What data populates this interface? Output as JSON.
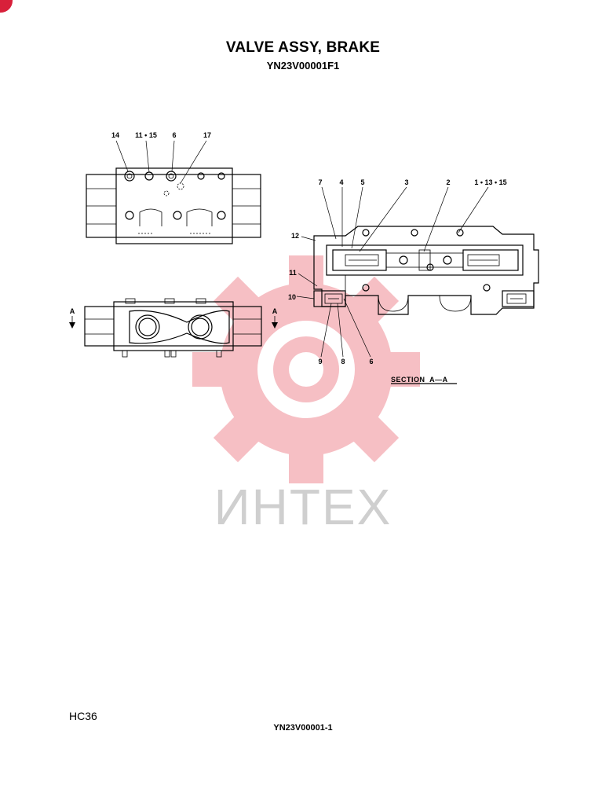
{
  "header": {
    "title": "VALVE ASSY, BRAKE",
    "part_number": "YN23V00001F1"
  },
  "top_view_callouts": [
    "14",
    "11 • 15",
    "6",
    "17"
  ],
  "side_view_marks": {
    "left": "A",
    "right": "A"
  },
  "section_callouts_top": [
    "7",
    "4",
    "5",
    "3",
    "2",
    "1 • 13 • 15"
  ],
  "section_callouts_left": [
    "12",
    "11",
    "10"
  ],
  "section_callouts_bottom": [
    "9",
    "8",
    "6"
  ],
  "section_label": "SECTION  A—A",
  "watermark": "ИНТЕХ",
  "footer": {
    "page_code": "HC36",
    "drawing_number": "YN23V00001-1"
  },
  "colors": {
    "watermark_red": "#e84a5a",
    "watermark_grey": "#cfcfcf",
    "corner": "#d8203a"
  }
}
